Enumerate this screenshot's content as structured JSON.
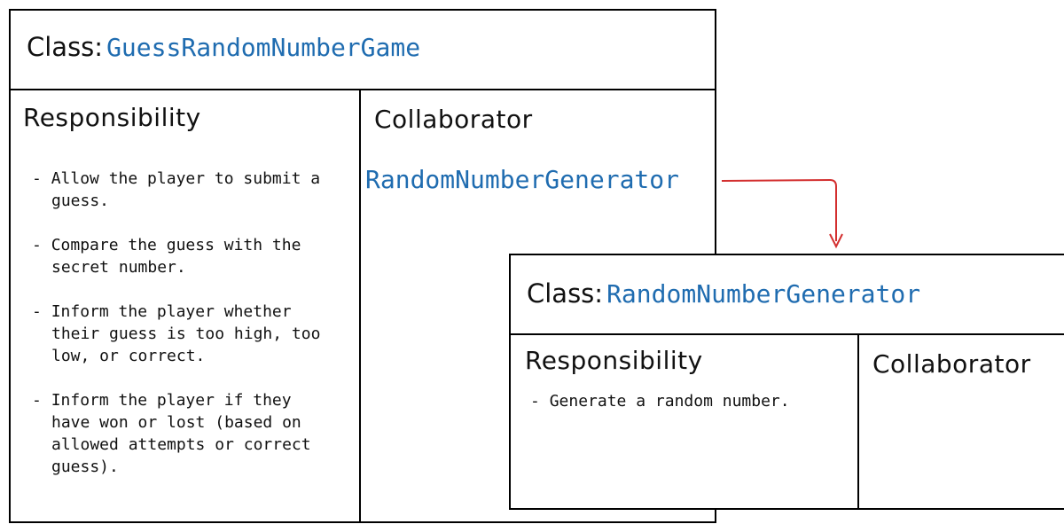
{
  "cards": [
    {
      "class_label": "Class:",
      "class_name": "GuessRandomNumberGame",
      "responsibility_title": "Responsibility",
      "collaborator_title": "Collaborator",
      "responsibilities": [
        "Allow the player to submit a guess.",
        "Compare the guess with the secret number.",
        "Inform the player whether their guess is too high, too low, or correct.",
        "Inform the player if they have won or lost (based on allowed attempts or correct guess)."
      ],
      "collaborators": [
        "RandomNumberGenerator"
      ]
    },
    {
      "class_label": "Class:",
      "class_name": "RandomNumberGenerator",
      "responsibility_title": "Responsibility",
      "collaborator_title": "Collaborator",
      "responsibilities": [
        "Generate a random number."
      ],
      "collaborators": []
    }
  ],
  "colors": {
    "class_name": "#1f6cb0",
    "arrow": "#d32f2f",
    "border": "#000000"
  },
  "connector": {
    "from": "RandomNumberGenerator",
    "to": "RandomNumberGenerator"
  }
}
